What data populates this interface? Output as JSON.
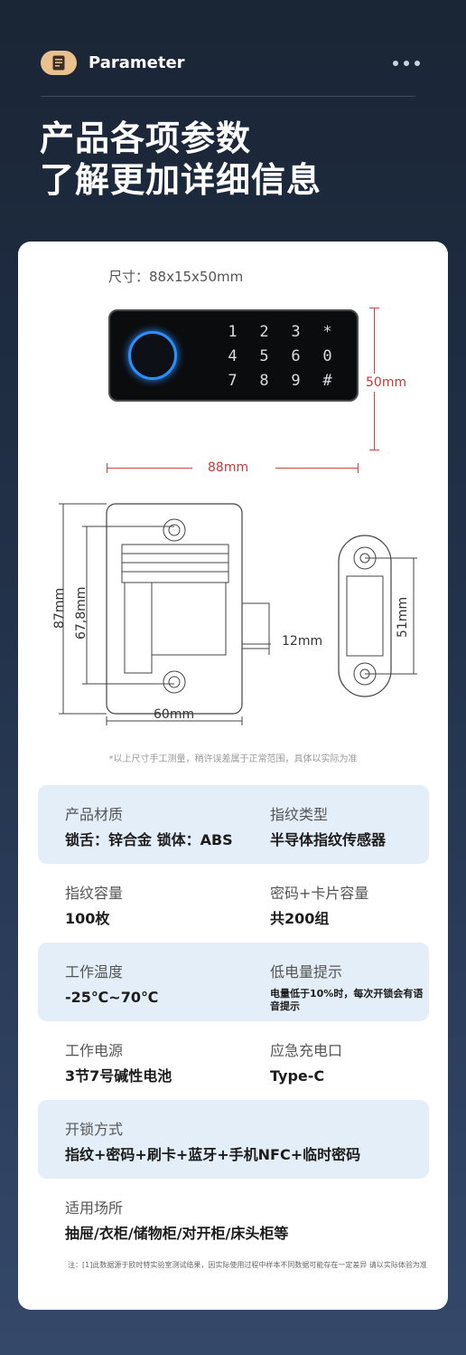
{
  "header": {
    "title": "Parameter"
  },
  "hero": {
    "line1": "产品各项参数",
    "line2": "了解更加详细信息"
  },
  "product_figure": {
    "size_label": "尺寸：88x15x50mm",
    "keypad_keys": [
      "1",
      "2",
      "3",
      "*",
      "4",
      "5",
      "6",
      "0",
      "7",
      "8",
      "9",
      "#"
    ],
    "width_label": "88mm",
    "height_label": "50mm",
    "colors": {
      "fingerprint_ring": "#2b8fff",
      "dimension": "#c53939"
    }
  },
  "technical_drawing": {
    "outer_height": "87mm",
    "inner_height": "67,8mm",
    "bolt_length": "12mm",
    "base_width": "60mm",
    "side_height": "51mm"
  },
  "measurement_note": "*以上尺寸手工测量，稍许误差属于正常范围，具体以实际为准",
  "params": [
    {
      "label": "产品材质",
      "value": "锁舌：锌合金 锁体：ABS",
      "label2": "指纹类型",
      "value2": "半导体指纹传感器",
      "shaded": true
    },
    {
      "label": "指纹容量",
      "value": "100枚",
      "label2": "密码+卡片容量",
      "value2": "共200组",
      "shaded": false
    },
    {
      "label": "工作温度",
      "value": "-25℃~70℃",
      "label2": "低电量提示",
      "value2": "电量低于10%时，每次开锁会有语音提示",
      "shaded": true
    },
    {
      "label": "工作电源",
      "value": "3节7号碱性电池",
      "label2": "应急充电口",
      "value2": "Type-C",
      "shaded": false
    },
    {
      "label": "开锁方式",
      "value": "指纹+密码+刷卡+蓝牙+手机NFC+临时密码",
      "shaded": true
    },
    {
      "label": "适用场所",
      "value": "抽屉/衣柜/储物柜/对开柜/床头柜等",
      "shaded": false
    }
  ],
  "footnote": "注：[1]此数据源于欧时特实验室测试结果，因实际使用过程中样本不同数据可能存在一定差异 请以实际体验为准",
  "theme": {
    "accent": "#e9c18f",
    "shaded_row": "#e4eef8"
  }
}
